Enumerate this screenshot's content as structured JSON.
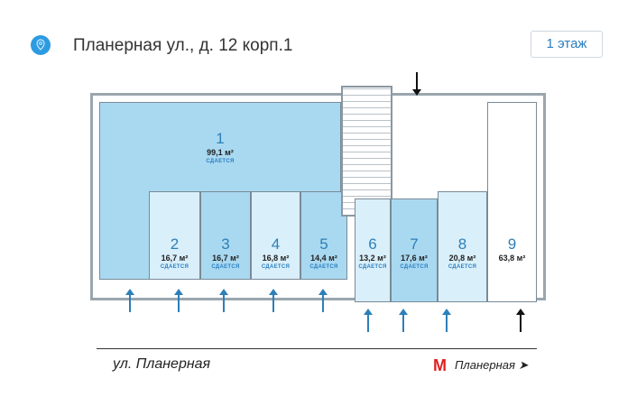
{
  "header": {
    "address": "Планерная ул., д. 12 корп.1",
    "floor_button": "1 этаж"
  },
  "units": [
    {
      "number": "1",
      "area": "99,1 м²",
      "status": "СДАЕТСЯ"
    },
    {
      "number": "2",
      "area": "16,7 м²",
      "status": "СДАЕТСЯ"
    },
    {
      "number": "3",
      "area": "16,7 м²",
      "status": "СДАЕТСЯ"
    },
    {
      "number": "4",
      "area": "16,8 м²",
      "status": "СДАЕТСЯ"
    },
    {
      "number": "5",
      "area": "14,4 м²",
      "status": "СДАЕТСЯ"
    },
    {
      "number": "6",
      "area": "13,2 м²",
      "status": "СДАЕТСЯ"
    },
    {
      "number": "7",
      "area": "17,6 м²",
      "status": "СДАЕТСЯ"
    },
    {
      "number": "8",
      "area": "20,8 м²",
      "status": "СДАЕТСЯ"
    },
    {
      "number": "9",
      "area": "63,8 м²"
    }
  ],
  "street": "ул. Планерная",
  "metro": {
    "icon": "М",
    "station": "Планерная ➤",
    "color": "#e02020"
  },
  "colors": {
    "accent": "#2d9be0",
    "unit_dark": "#a9d9f1",
    "unit_light": "#d9effa"
  }
}
